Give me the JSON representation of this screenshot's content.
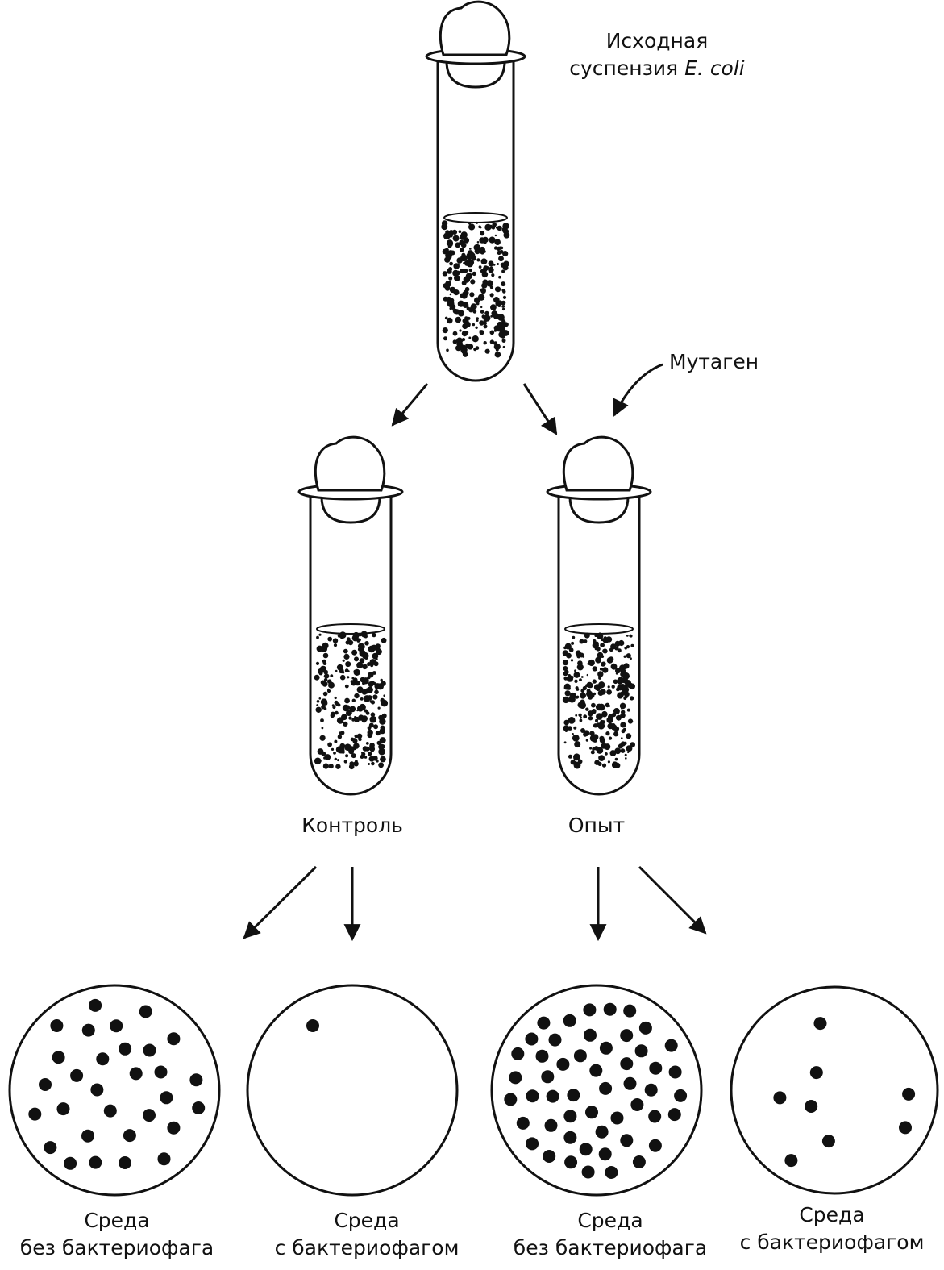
{
  "source": {
    "line1": "Исходная",
    "line2_prefix": "суспензия",
    "organism": "E. coli"
  },
  "mutagen_label": "Мутаген",
  "tubes": {
    "control_label": "Контроль",
    "experiment_label": "Опыт"
  },
  "plates": [
    {
      "line1": "Среда",
      "line2": "без бактериофага"
    },
    {
      "line1": "Среда",
      "line2": "с бактериофагом"
    },
    {
      "line1": "Среда",
      "line2": "без бактериофага"
    },
    {
      "line1": "Среда",
      "line2": "с бактериофагом"
    }
  ],
  "colonies_per_plate": [
    30,
    1,
    54,
    8
  ],
  "colors": {
    "ink": "#111111",
    "background": "#ffffff"
  }
}
